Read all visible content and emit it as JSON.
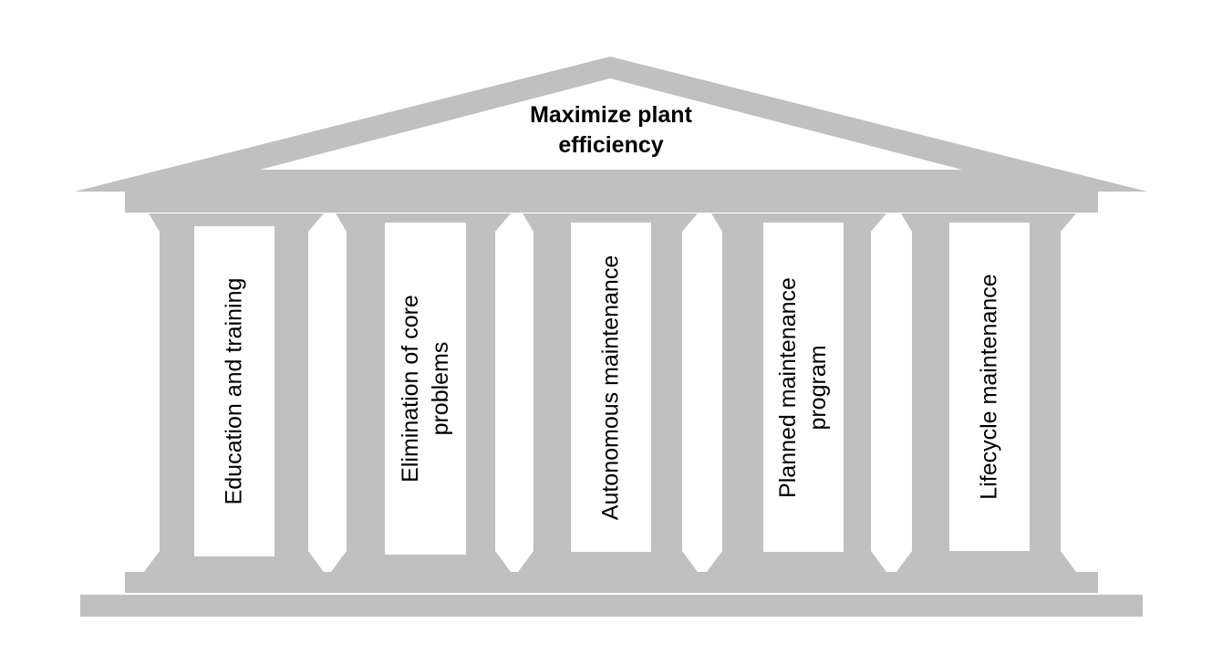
{
  "diagram": {
    "roof": {
      "label": "Maximize plant\nefficiency"
    },
    "pillars": [
      {
        "label": "Education and training"
      },
      {
        "label": "Elimination of core\nproblems"
      },
      {
        "label": "Autonomous maintenance"
      },
      {
        "label": "Planned maintenance\nprogram"
      },
      {
        "label": "Lifecycle maintenance"
      }
    ]
  },
  "colors": {
    "structure": "#c0c0c0",
    "panel": "#ffffff",
    "text": "#000000"
  }
}
